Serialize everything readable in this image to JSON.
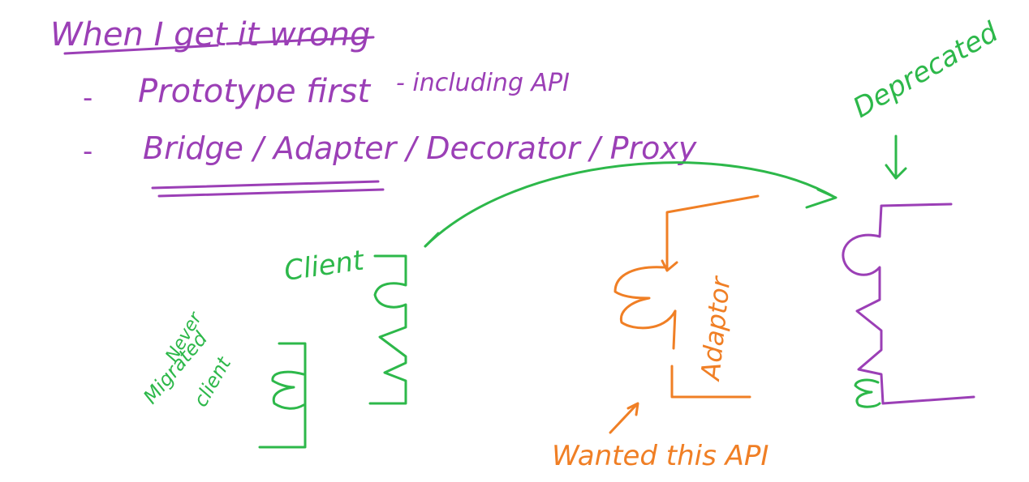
{
  "colors": {
    "purple": "#9b3fb6",
    "green": "#2db84a",
    "orange": "#f07f25",
    "background": "#ffffff"
  },
  "heading": {
    "title": "When I get it wrong",
    "bullets": [
      {
        "dash": "-",
        "text": "Prototype first",
        "extra": "- including API"
      },
      {
        "dash": "-",
        "text": "Bridge / Adapter / Decorator / Proxy"
      }
    ]
  },
  "diagram": {
    "client_label": "Client",
    "migrated_client_label": [
      "Migrated",
      "client"
    ],
    "migrated_client_note": "Never",
    "adapter_label": "Adaptor",
    "wanted_label": "Wanted this API",
    "deprecated_label": "Deprecated"
  }
}
